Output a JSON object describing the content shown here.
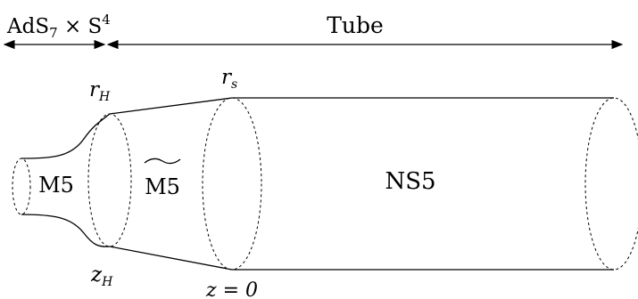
{
  "header": {
    "left_region": {
      "base": "AdS",
      "sub": "7",
      "times": " × S",
      "sup": "4"
    },
    "right_region": "Tube"
  },
  "regions": {
    "m5": "M5",
    "m5_tilde": "M5",
    "ns5": "NS5"
  },
  "markers": {
    "r_h": {
      "base": "r",
      "sub": "H"
    },
    "r_s": {
      "base": "r",
      "sub": "s"
    },
    "z_h": {
      "base": "z",
      "sub": "H"
    },
    "z0": "z = 0"
  }
}
